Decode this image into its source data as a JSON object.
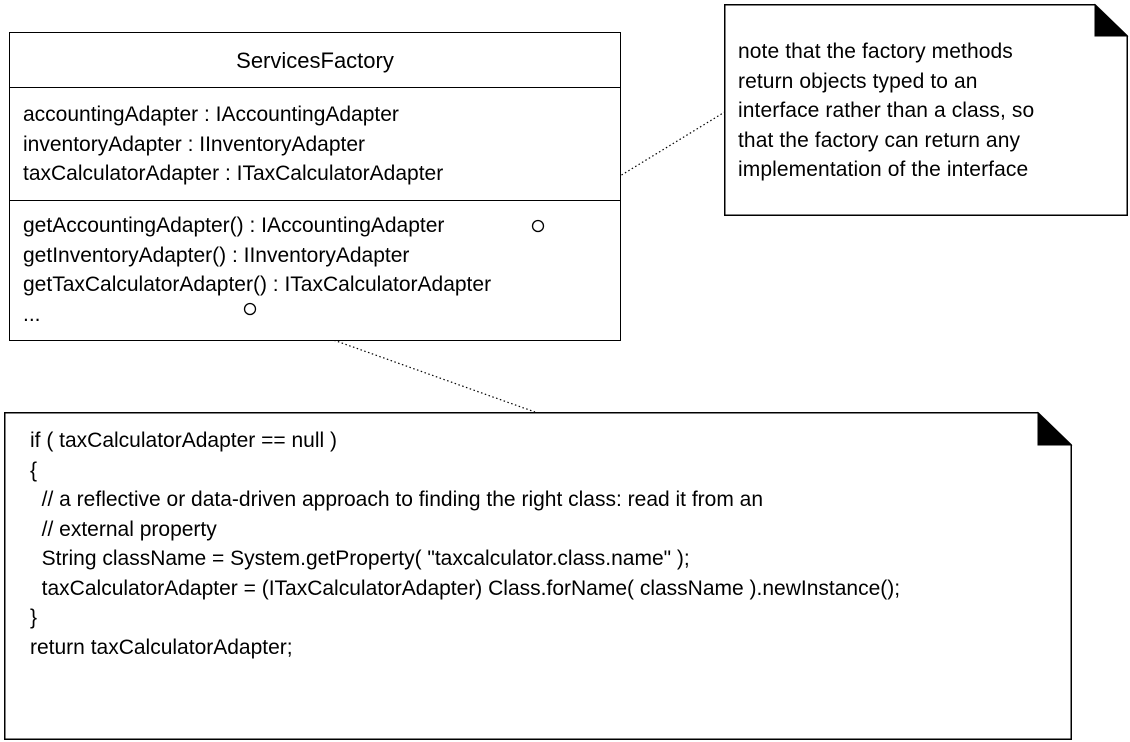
{
  "class": {
    "name": "ServicesFactory",
    "attributes": [
      "accountingAdapter : IAccountingAdapter",
      "inventoryAdapter : IInventoryAdapter",
      "taxCalculatorAdapter : ITaxCalculatorAdapter"
    ],
    "methods": [
      "getAccountingAdapter() : IAccountingAdapter",
      "getInventoryAdapter() : IInventoryAdapter",
      "getTaxCalculatorAdapter() : ITaxCalculatorAdapter",
      "..."
    ]
  },
  "note_interface": {
    "lines": [
      "note that the factory methods",
      "return objects typed to an",
      "interface rather than a class, so",
      "that the factory can return any",
      "implementation of the interface"
    ]
  },
  "note_code": {
    "lines": [
      "if ( taxCalculatorAdapter == null )",
      "{",
      "  // a reflective or data-driven approach to finding the right class: read it from an",
      "  // external property",
      "",
      "  String className = System.getProperty( \"taxcalculator.class.name\" );",
      "  taxCalculatorAdapter = (ITaxCalculatorAdapter) Class.forName( className ).newInstance();",
      "",
      "}",
      "return taxCalculatorAdapter;"
    ]
  }
}
